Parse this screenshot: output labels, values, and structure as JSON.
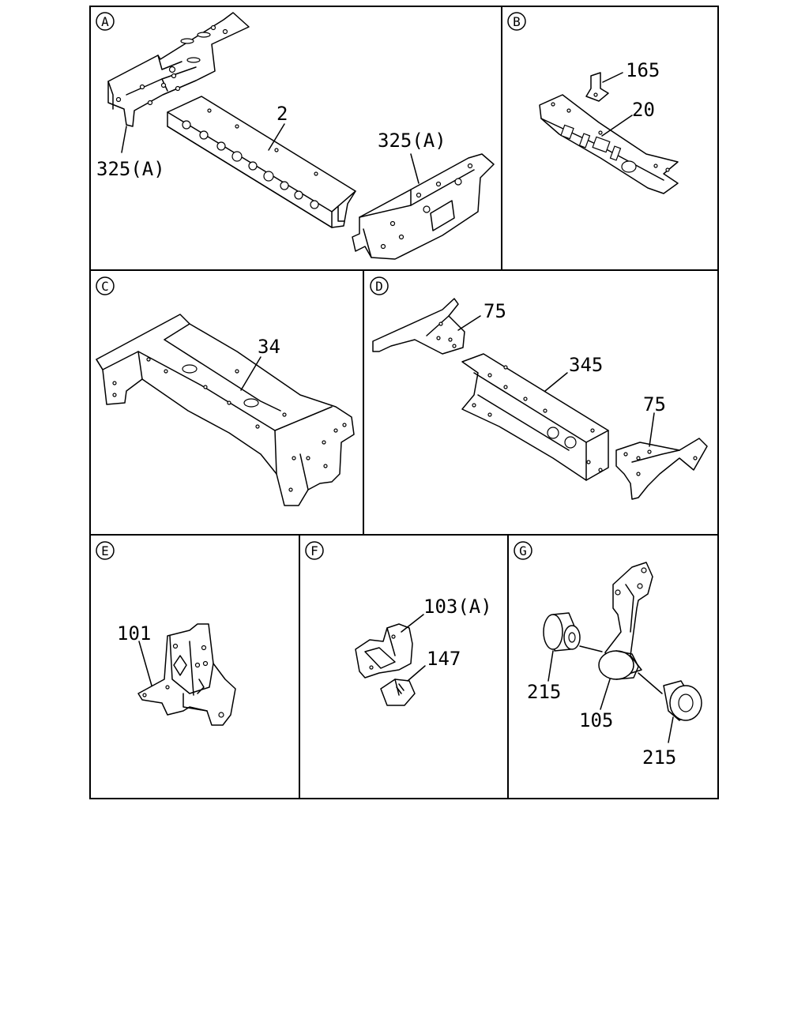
{
  "panels": [
    {
      "id": "A",
      "callouts": [
        "325(A)",
        "2",
        "325(A)"
      ]
    },
    {
      "id": "B",
      "callouts": [
        "165",
        "20"
      ]
    },
    {
      "id": "C",
      "callouts": [
        "34"
      ]
    },
    {
      "id": "D",
      "callouts": [
        "75",
        "345",
        "75"
      ]
    },
    {
      "id": "E",
      "callouts": [
        "101"
      ]
    },
    {
      "id": "F",
      "callouts": [
        "103(A)",
        "147"
      ]
    },
    {
      "id": "G",
      "callouts": [
        "215",
        "105",
        "215"
      ]
    }
  ]
}
